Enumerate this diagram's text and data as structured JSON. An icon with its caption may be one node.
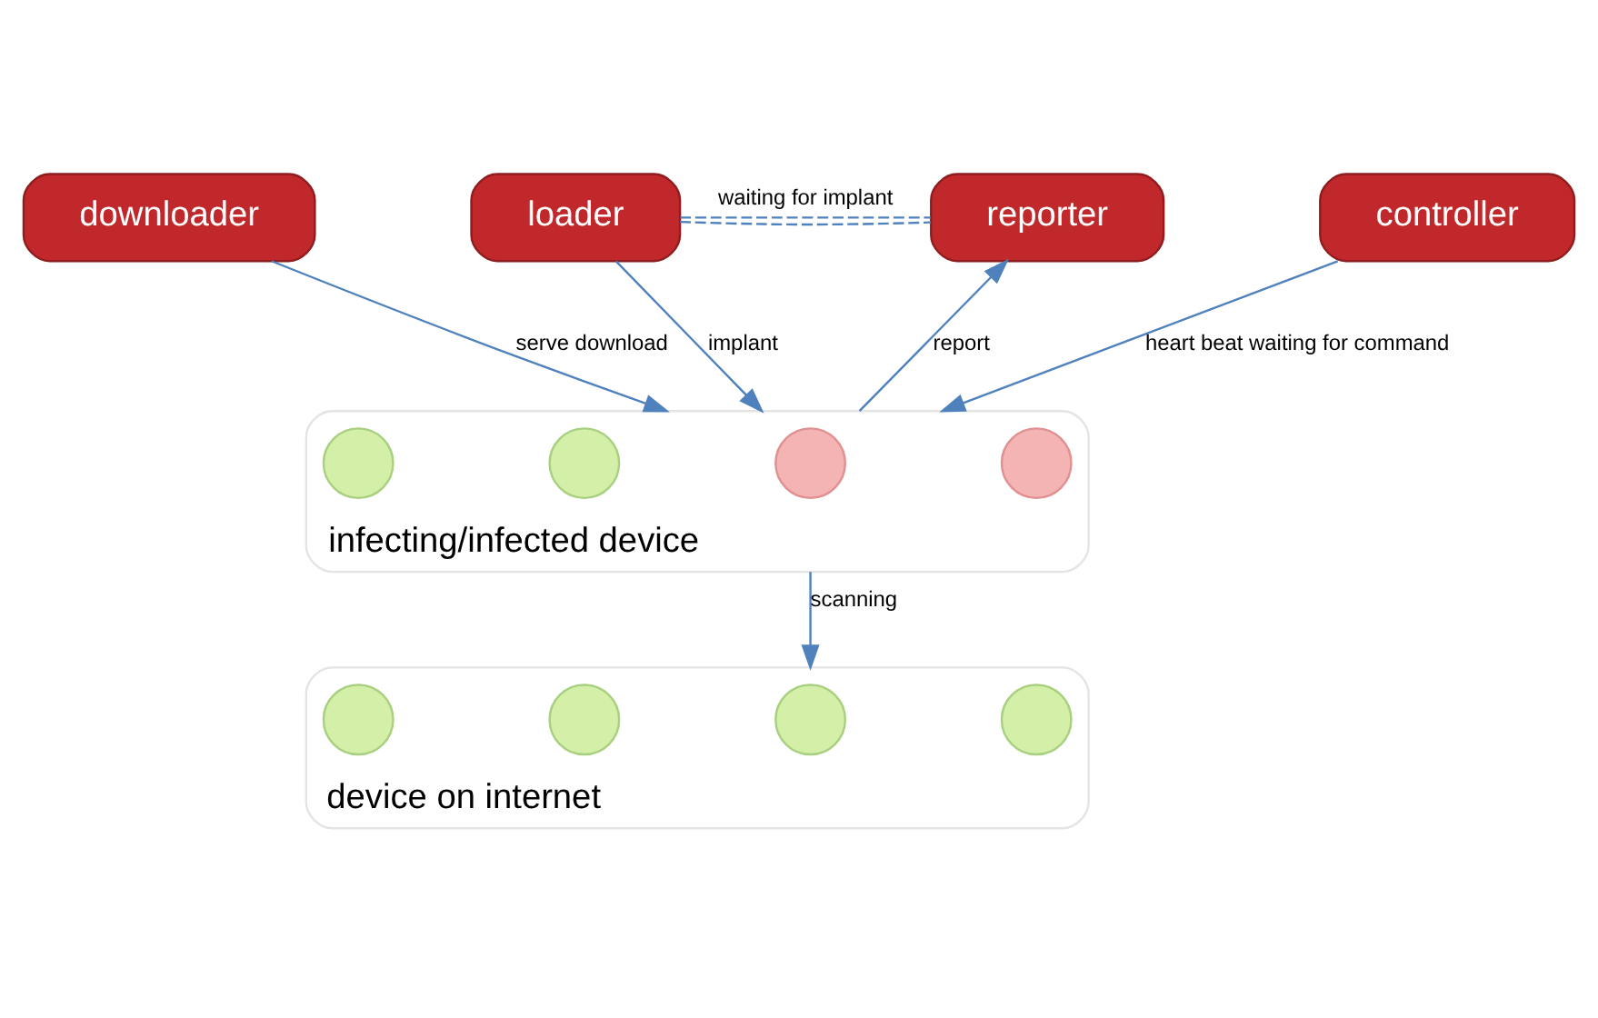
{
  "diagram": {
    "nodes": [
      {
        "text": [
          "loader"
        ]
      },
      {
        "text": [
          "reporter"
        ]
      },
      {
        "text": [
          "downloader"
        ]
      },
      {
        "text": [
          "controller"
        ]
      },
      {
        "text": [
          "infecting/infected device"
        ]
      },
      {
        "text": [],
        "shape": "circle",
        "in": 4
      },
      {
        "text": [],
        "shape": "circle",
        "in": 4
      },
      {
        "text": [],
        "shape": "circle",
        "in": 4
      },
      {
        "text": [],
        "shape": "circle",
        "in": 4
      },
      {
        "text": [
          "device on internet"
        ]
      },
      {
        "text": [],
        "shape": "circle",
        "in": 9
      },
      {
        "text": [],
        "shape": "circle",
        "in": 9
      },
      {
        "text": [],
        "shape": "circle",
        "in": 9
      },
      {
        "text": [],
        "shape": "circle",
        "in": 9
      }
    ],
    "edges": [
      {
        "from": 0,
        "to": 1,
        "arrow": "none",
        "style": "dashed",
        "label": "waiting for implant"
      },
      {
        "from": 0,
        "to": 1,
        "arrow": "none",
        "style": "dashed"
      },
      {
        "from": 0,
        "to": 4,
        "arrow": "to",
        "label": "implant"
      },
      {
        "from": 4,
        "to": 1,
        "arrow": "to",
        "label": "report"
      },
      {
        "from": 2,
        "to": 4,
        "arrow": "to",
        "label": "serve download"
      },
      {
        "from": 3,
        "to": 4,
        "arrow": "to",
        "label": "heart beat waiting for command"
      },
      {
        "from": 4,
        "to": 9,
        "arrow": "to",
        "label": "scanning"
      }
    ]
  }
}
